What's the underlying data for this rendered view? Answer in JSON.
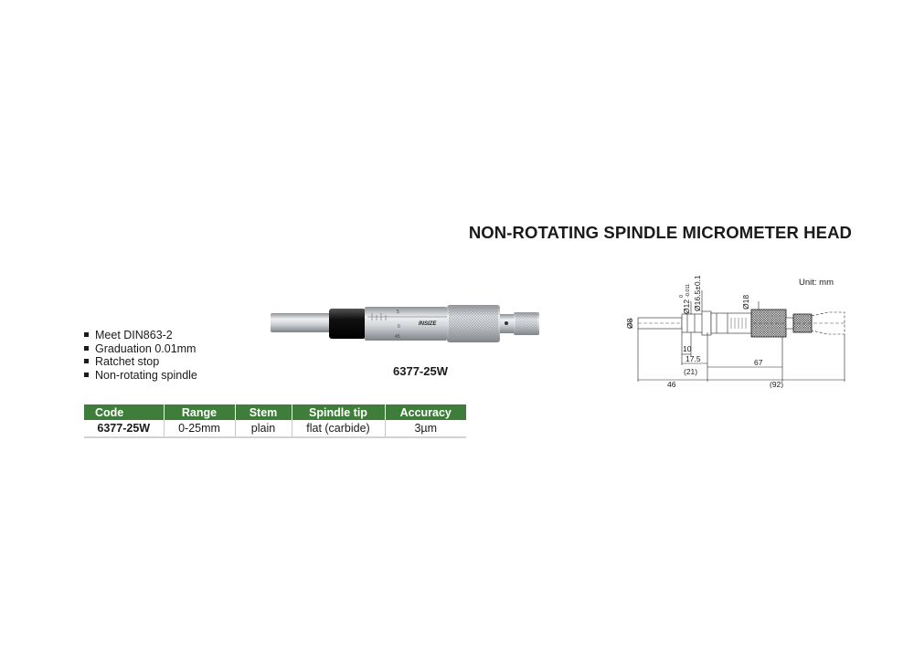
{
  "title": "NON-ROTATING SPINDLE MICROMETER HEAD",
  "features": [
    "Meet DIN863-2",
    "Graduation 0.01mm",
    "Ratchet stop",
    "Non-rotating spindle"
  ],
  "product_image": {
    "model_caption": "6377-25W",
    "brand_mark": "INSIZE",
    "thimble_marks": [
      "5",
      "0",
      "45"
    ]
  },
  "table": {
    "headers": [
      "Code",
      "Range",
      "Stem",
      "Spindle tip",
      "Accuracy"
    ],
    "rows": [
      [
        "6377-25W",
        "0-25mm",
        "plain",
        "flat (carbide)",
        "3µm"
      ]
    ]
  },
  "drawing": {
    "unit_label": "Unit: mm",
    "dims": {
      "d8": "Ø8",
      "d12": "Ø12",
      "d12_tol_top": "0",
      "d12_tol_bottom": "-0.011",
      "d16": "Ø16.5±0.1",
      "d18": "Ø18",
      "l10": "10",
      "l17": "17.5",
      "l21": "(21)",
      "l67": "67",
      "l46": "46",
      "l92": "(92)"
    }
  },
  "colors": {
    "table_header": "#3e7e3a",
    "text": "#1a1a1a"
  }
}
